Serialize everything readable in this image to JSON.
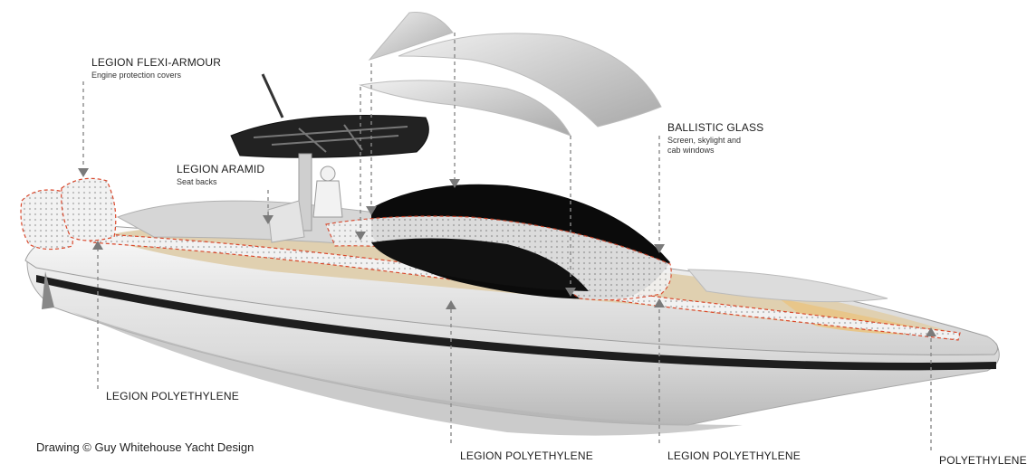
{
  "labels": {
    "flexi_armour": {
      "title": "LEGION FLEXI-ARMOUR",
      "sub": "Engine protection covers"
    },
    "aramid": {
      "title": "LEGION ARAMID",
      "sub": "Seat backs"
    },
    "ballistic_glass": {
      "title": "BALLISTIC GLASS",
      "sub_line1": "Screen, skylight and",
      "sub_line2": "cab windows"
    },
    "poly_left": {
      "title": "LEGION POLYETHYLENE"
    },
    "poly_center": {
      "title": "LEGION POLYETHYLENE"
    },
    "poly_right": {
      "title": "LEGION POLYETHYLENE"
    },
    "poly_bow": {
      "title": "POLYETHYLENE"
    }
  },
  "credit": "Drawing © Guy Whitehouse Yacht Design",
  "colors": {
    "callout_line": "#8a8a8a",
    "armour_outline": "#d9472b",
    "deck_teak": "#e8c68a",
    "hull": "#e6e6e6",
    "glass": "#0b0b0b"
  }
}
